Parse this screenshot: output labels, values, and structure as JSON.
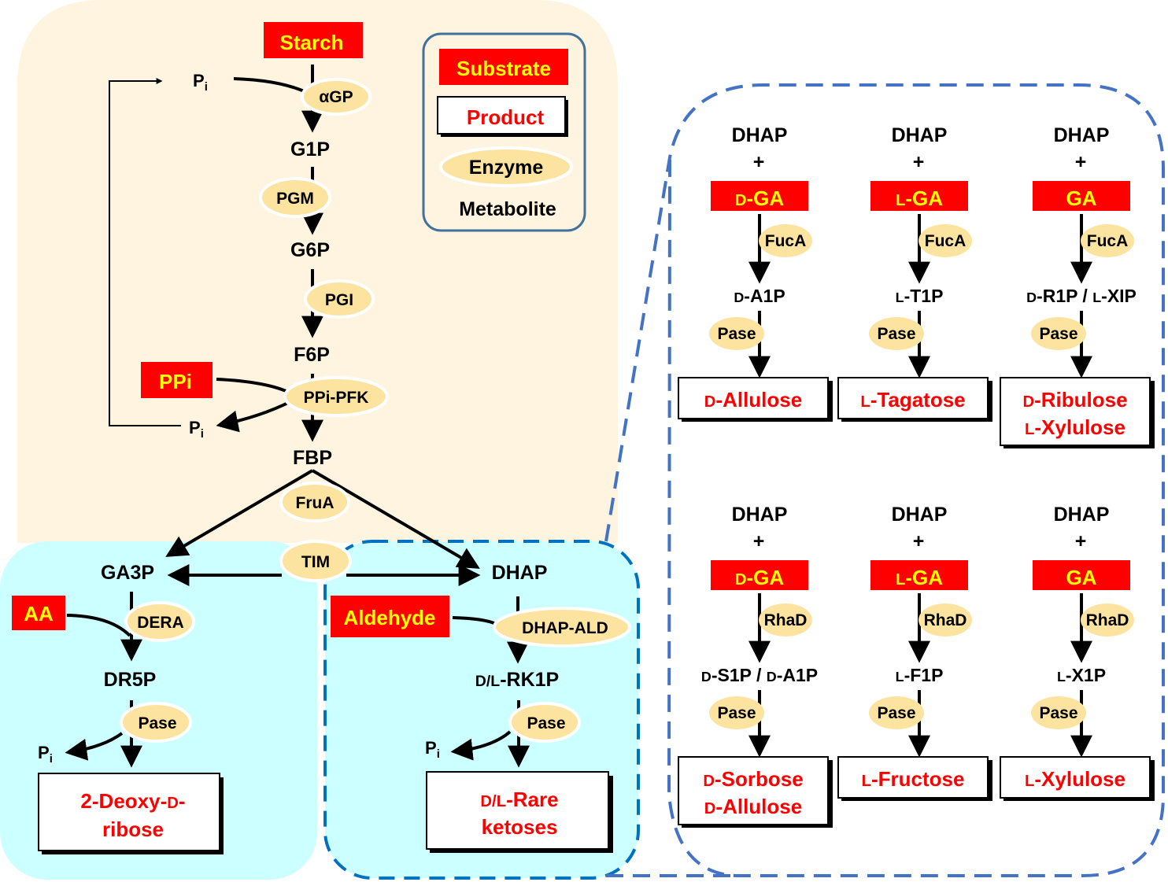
{
  "colors": {
    "background_main": "#fff4df",
    "background_cyan": "#ccffff",
    "substrate_fill": "#ff0000",
    "substrate_text": "#ffff00",
    "product_text": "#ff0000",
    "enzyme_fill": "#fce3a0",
    "dashed_border": "#4472c4",
    "dashed_border_inner": "#0070c0",
    "legend_border": "#41719c"
  },
  "legend": {
    "substrate": "Substrate",
    "product": "Product",
    "enzyme": "Enzyme",
    "metabolite": "Metabolite"
  },
  "main_pathway": {
    "starch": "Starch",
    "pi_top": "P",
    "pi_sub": "i",
    "agp": "αGP",
    "g1p": "G1P",
    "pgm": "PGM",
    "g6p": "G6P",
    "pgi": "PGI",
    "f6p": "F6P",
    "ppi": "PPi",
    "ppi_pfk": "PPi-PFK",
    "pi_mid": "P",
    "fbp": "FBP",
    "frua": "FruA",
    "tim": "TIM",
    "ga3p": "GA3P",
    "dhap": "DHAP"
  },
  "deoxyribose_branch": {
    "aa": "AA",
    "dera": "DERA",
    "dr5p": "DR5P",
    "pase": "Pase",
    "pi": "P",
    "product_line1_prefix": "2-Deoxy-",
    "product_line1_d": "D",
    "product_line1_suffix": "-",
    "product_line2": "ribose"
  },
  "rare_ketose_branch": {
    "aldehyde": "Aldehyde",
    "dhap_ald": "DHAP-ALD",
    "rk1p_prefix": "D/L",
    "rk1p": "-RK1P",
    "pase": "Pase",
    "pi": "P",
    "product_line1_prefix": "D/L",
    "product_line1": "-Rare",
    "product_line2": "ketoses"
  },
  "detail_panels": [
    {
      "dhap": "DHAP",
      "plus": "+",
      "sub_prefix": "D",
      "sub": "-GA",
      "enzyme": "FucA",
      "inter": [
        {
          "p": "D",
          "t": "-A1P"
        }
      ],
      "pase": "Pase",
      "products": [
        {
          "p": "D",
          "t": "-Allulose"
        }
      ]
    },
    {
      "dhap": "DHAP",
      "plus": "+",
      "sub_prefix": "L",
      "sub": "-GA",
      "enzyme": "FucA",
      "inter": [
        {
          "p": "L",
          "t": "-T1P"
        }
      ],
      "pase": "Pase",
      "products": [
        {
          "p": "L",
          "t": "-Tagatose"
        }
      ]
    },
    {
      "dhap": "DHAP",
      "plus": "+",
      "sub_prefix": "",
      "sub": "GA",
      "enzyme": "FucA",
      "inter": [
        {
          "p": "D",
          "t": "-R1P / "
        },
        {
          "p": "L",
          "t": "-XIP"
        }
      ],
      "pase": "Pase",
      "products": [
        {
          "p": "D",
          "t": "-Ribulose"
        },
        {
          "p": "L",
          "t": "-Xylulose"
        }
      ]
    },
    {
      "dhap": "DHAP",
      "plus": "+",
      "sub_prefix": "D",
      "sub": "-GA",
      "enzyme": "RhaD",
      "inter": [
        {
          "p": "D",
          "t": "-S1P / "
        },
        {
          "p": "D",
          "t": "-A1P"
        }
      ],
      "pase": "Pase",
      "products": [
        {
          "p": "D",
          "t": "-Sorbose"
        },
        {
          "p": "D",
          "t": "-Allulose"
        }
      ]
    },
    {
      "dhap": "DHAP",
      "plus": "+",
      "sub_prefix": "L",
      "sub": "-GA",
      "enzyme": "RhaD",
      "inter": [
        {
          "p": "L",
          "t": "-F1P"
        }
      ],
      "pase": "Pase",
      "products": [
        {
          "p": "L",
          "t": "-Fructose"
        }
      ]
    },
    {
      "dhap": "DHAP",
      "plus": "+",
      "sub_prefix": "",
      "sub": "GA",
      "enzyme": "RhaD",
      "inter": [
        {
          "p": "L",
          "t": "-X1P"
        }
      ],
      "pase": "Pase",
      "products": [
        {
          "p": "L",
          "t": "-Xylulose"
        }
      ]
    }
  ]
}
